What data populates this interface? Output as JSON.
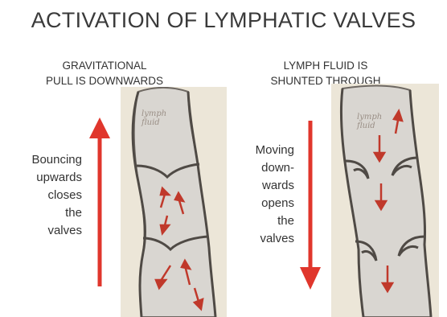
{
  "title": "ACTIVATION OF LYMPHATIC VALVES",
  "left_panel": {
    "heading_lines": [
      "GRAVITATIONAL",
      "PULL IS DOWNWARDS"
    ],
    "caption_lines": [
      "Bouncing",
      "upwards",
      "closes",
      "the",
      "valves"
    ],
    "vessel_label_lines": [
      "lymph",
      "fluid"
    ],
    "arrow_direction": "up"
  },
  "right_panel": {
    "heading_lines": [
      "LYMPH FLUID IS",
      "SHUNTED THROUGH"
    ],
    "caption_lines": [
      "Moving",
      "down-",
      "wards",
      "opens",
      "the",
      "valves"
    ],
    "vessel_label_lines": [
      "lymph",
      "fluid"
    ],
    "arrow_direction": "down"
  },
  "colors": {
    "arrow": "#e0362c",
    "flow_arrow": "#c0392b",
    "vessel_fill": "#d9d6d1",
    "vessel_wall": "#6e6862",
    "paper": "#ece6d8"
  }
}
